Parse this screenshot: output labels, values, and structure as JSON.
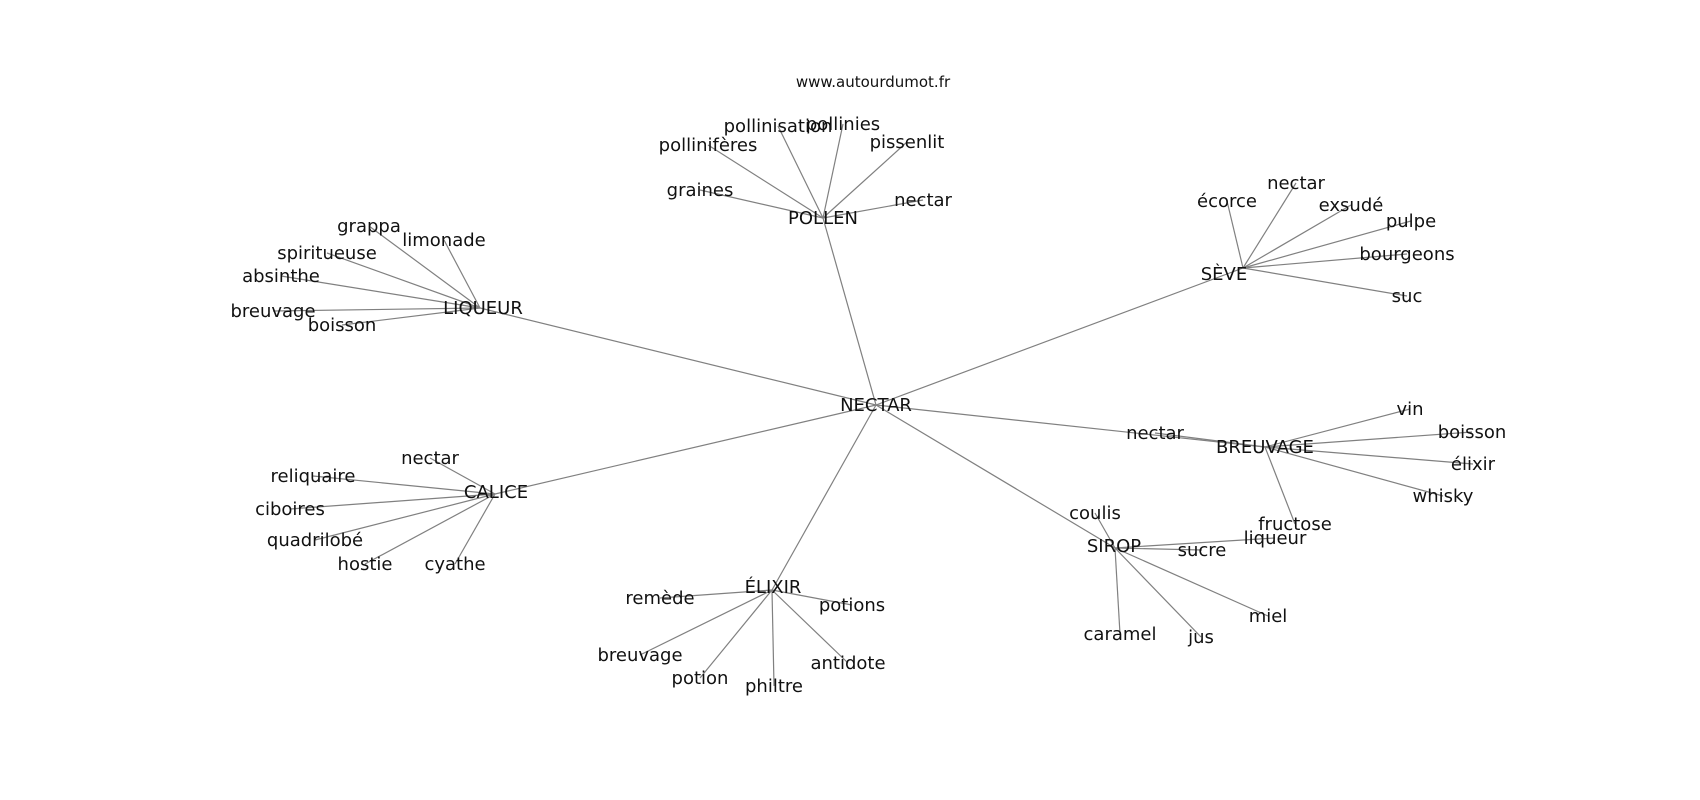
{
  "source": "www.autourdumot.fr",
  "center": "NECTAR",
  "clusters": [
    {
      "label": "POLLEN",
      "leaves": [
        "pollinisation",
        "pollinies",
        "pollinifères",
        "pissenlit",
        "graines",
        "nectar"
      ]
    },
    {
      "label": "SÈVE",
      "leaves": [
        "écorce",
        "nectar",
        "exsudé",
        "pulpe",
        "bourgeons",
        "suc"
      ]
    },
    {
      "label": "LIQUEUR",
      "leaves": [
        "grappa",
        "limonade",
        "spiritueuse",
        "absinthe",
        "breuvage",
        "boisson"
      ]
    },
    {
      "label": "BREUVAGE",
      "leaves": [
        "vin",
        "boisson",
        "élixir",
        "whisky",
        "nectar",
        "fructose"
      ]
    },
    {
      "label": "CALICE",
      "leaves": [
        "nectar",
        "reliquaire",
        "ciboires",
        "quadrilobé",
        "hostie",
        "cyathe"
      ]
    },
    {
      "label": "SIROP",
      "leaves": [
        "coulis",
        "liqueur",
        "sucre",
        "miel",
        "jus",
        "caramel"
      ]
    },
    {
      "label": "ÉLIXIR",
      "leaves": [
        "remède",
        "potions",
        "breuvage",
        "potion",
        "philtre",
        "antidote"
      ]
    }
  ]
}
